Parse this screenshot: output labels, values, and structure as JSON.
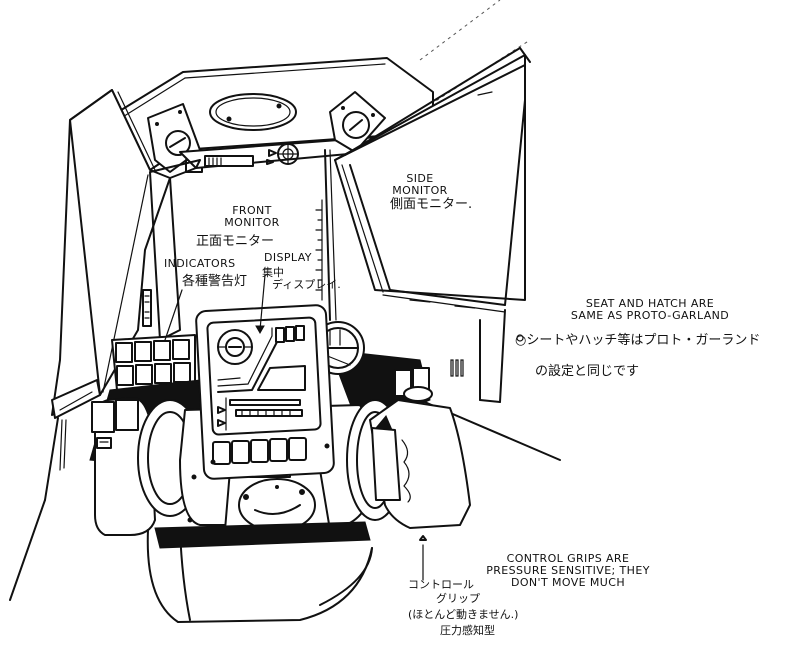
{
  "annotations": {
    "front_monitor": {
      "en_line1": "FRONT",
      "en_line2": "MONITOR",
      "jp": "正面モニター"
    },
    "side_monitor": {
      "en_line1": "SIDE",
      "en_line2": "MONITOR",
      "jp": "側面モニター."
    },
    "indicators": {
      "en": "INDICATORS",
      "jp": "各種警告灯"
    },
    "display": {
      "en": "DISPLAY",
      "jp_line1": "集中",
      "jp_line2": "ディスプレイ."
    },
    "seat_hatch": {
      "en_line1": "SEAT AND HATCH ARE",
      "en_line2": "SAME AS PROTO-GARLAND",
      "jp_line1": "○シートやハッチ等はプロト・ガーランド",
      "jp_line2": "の設定と同じです"
    },
    "control_grips": {
      "en_line1": "CONTROL GRIPS ARE",
      "en_line2": "PRESSURE SENSITIVE; THEY",
      "en_line3": "DON'T MOVE MUCH",
      "jp_line1": "コントロール",
      "jp_line2": "グリップ",
      "jp_line3": "(ほとんど動きません.)",
      "jp_line4": "圧力感知型"
    }
  }
}
